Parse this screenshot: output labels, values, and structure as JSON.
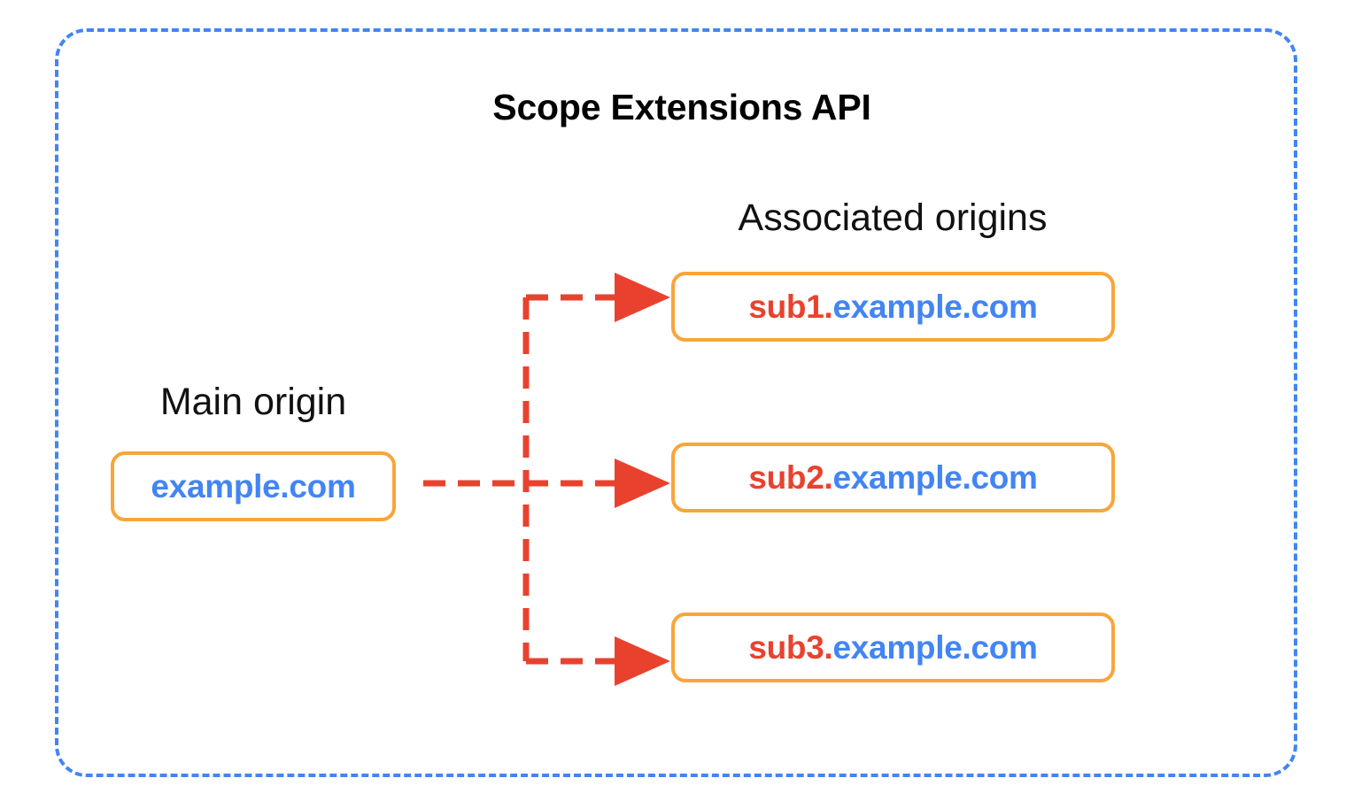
{
  "diagram": {
    "title": "Scope Extensions API",
    "background_color": "#FFFFFF",
    "frame_color": "#4285F4",
    "box_border_color": "#F9A53A",
    "arrow_color": "#E8422F",
    "subdomain_text_color": "#E8422F",
    "domain_text_color": "#4285F4"
  },
  "main_origin": {
    "label": "Main origin",
    "value": "example.com"
  },
  "associated_origins": {
    "label": "Associated origins",
    "items": [
      {
        "sub": "sub1.",
        "base": "example.com",
        "full": "sub1.example.com"
      },
      {
        "sub": "sub2.",
        "base": "example.com",
        "full": "sub2.example.com"
      },
      {
        "sub": "sub3.",
        "base": "example.com",
        "full": "sub3.example.com"
      }
    ]
  }
}
